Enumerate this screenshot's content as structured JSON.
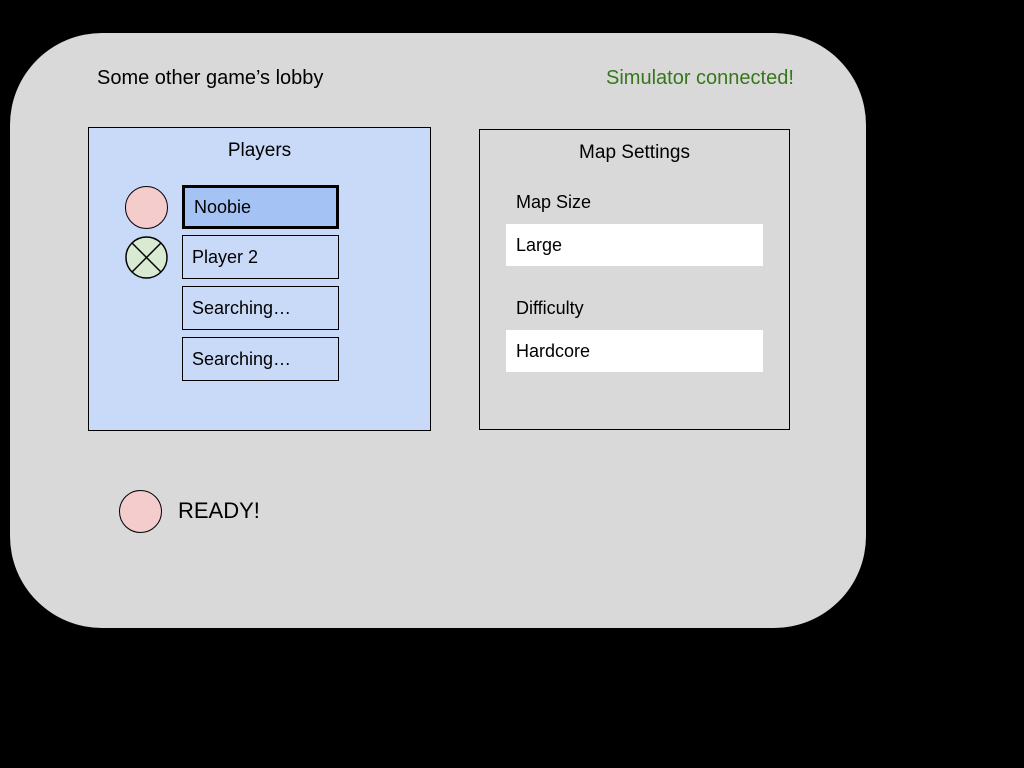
{
  "header": {
    "title": "Some other game’s lobby",
    "status": "Simulator connected!"
  },
  "players_panel": {
    "title": "Players",
    "slots": [
      {
        "label": "Noobie",
        "selected": true,
        "marker": "ready"
      },
      {
        "label": "Player 2",
        "selected": false,
        "marker": "not-ready"
      },
      {
        "label": "Searching…",
        "selected": false,
        "marker": null
      },
      {
        "label": "Searching…",
        "selected": false,
        "marker": null
      }
    ]
  },
  "map_settings": {
    "title": "Map Settings",
    "map_size": {
      "label": "Map Size",
      "value": "Large"
    },
    "difficulty": {
      "label": "Difficulty",
      "value": "Hardcore"
    }
  },
  "ready": {
    "label": "READY!"
  },
  "colors": {
    "background": "#000000",
    "card": "#d9d9d9",
    "players_panel_bg": "#c9daf8",
    "selected_slot_bg": "#a4c2f4",
    "ready_marker": "#f4cccc",
    "not_ready_marker": "#d9ead3",
    "status_text": "#38761d",
    "field_bg": "#ffffff",
    "border": "#000000"
  }
}
